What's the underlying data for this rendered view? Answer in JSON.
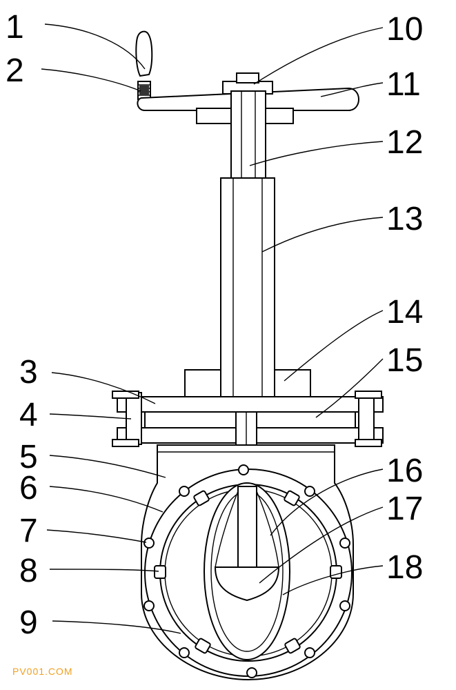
{
  "labels": [
    "1",
    "2",
    "3",
    "4",
    "5",
    "6",
    "7",
    "8",
    "9",
    "10",
    "11",
    "12",
    "13",
    "14",
    "15",
    "16",
    "17",
    "18"
  ],
  "watermark": "PV001.COM"
}
